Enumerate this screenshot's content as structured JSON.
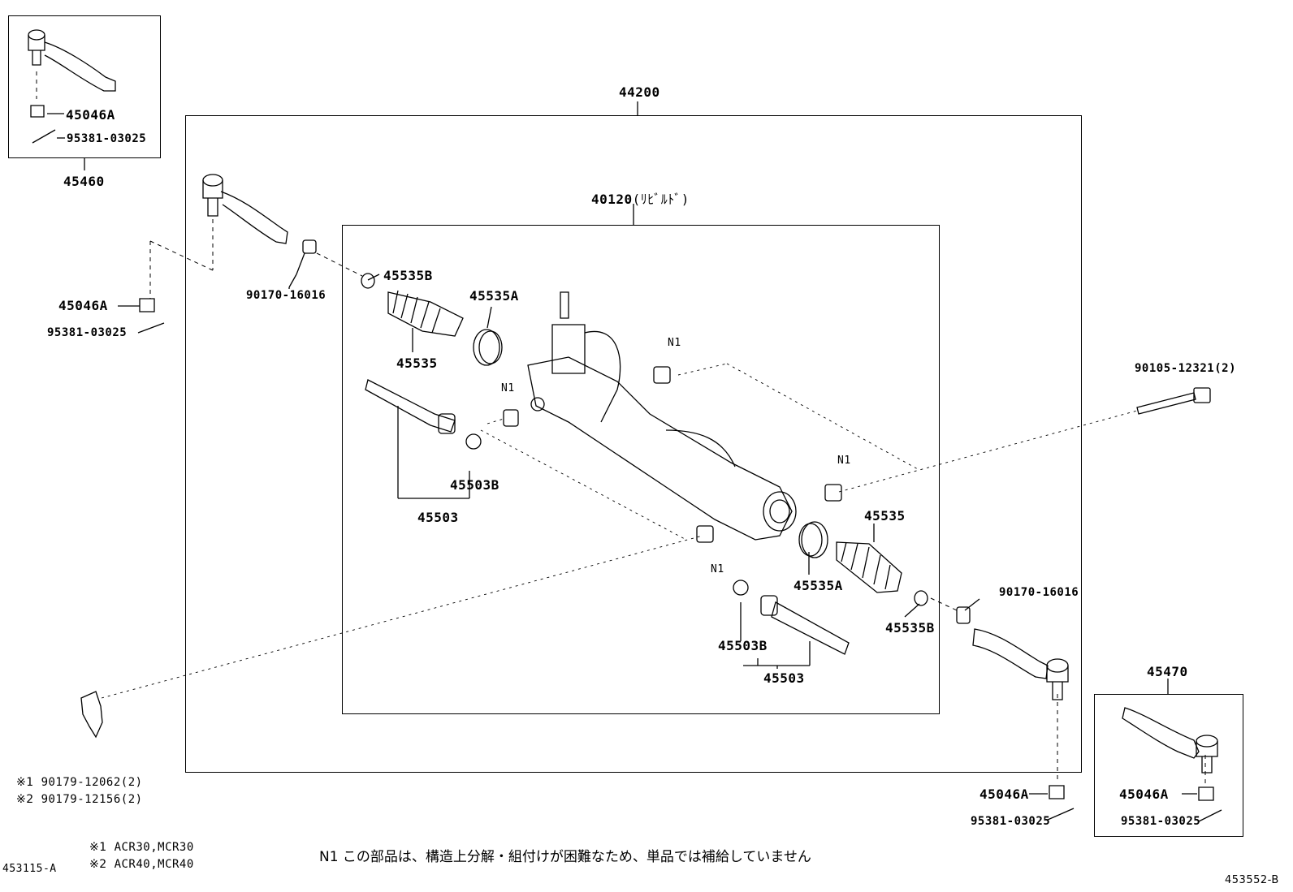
{
  "assembly": {
    "outer_label": "44200",
    "inner_label": "40120",
    "inner_suffix": "(ﾘﾋﾞﾙﾄﾞ)"
  },
  "inset_left": {
    "group_label": "45460",
    "nut_label": "45046A",
    "pin_label": "95381-03025"
  },
  "inset_right": {
    "group_label": "45470",
    "nut_label": "45046A",
    "pin_label": "95381-03025"
  },
  "parts": {
    "left_nut": "45046A",
    "left_pin": "95381-03025",
    "left_bushing": "90170-16016",
    "left_clamp_small": "45535B",
    "left_clamp_large": "45535A",
    "left_boot": "45535",
    "left_inner_end_washer": "45503B",
    "left_inner_end": "45503",
    "n1_a": "N1",
    "n1_b": "N1",
    "n1_c": "N1",
    "n1_d": "N1",
    "bolt": "90105-12321(2)",
    "right_boot": "45535",
    "right_clamp_large": "45535A",
    "right_clamp_small": "45535B",
    "right_bushing": "90170-16016",
    "right_inner_end_washer": "45503B",
    "right_inner_end": "45503",
    "right_nut": "45046A",
    "right_pin": "95381-03025"
  },
  "bracket_bolts": {
    "line1_mark": "※1",
    "line1_part": "90179-12062(2)",
    "line2_mark": "※2",
    "line2_part": "90179-12156(2)"
  },
  "footnotes": {
    "model1_mark": "※1",
    "model1_text": "ACR30,MCR30",
    "model2_mark": "※2",
    "model2_text": "ACR40,MCR40",
    "n1_note": "N1  この部品は、構造上分解・組付けが困難なため、単品では補給していません",
    "code_left": "453115-A",
    "code_right": "453552-B"
  }
}
